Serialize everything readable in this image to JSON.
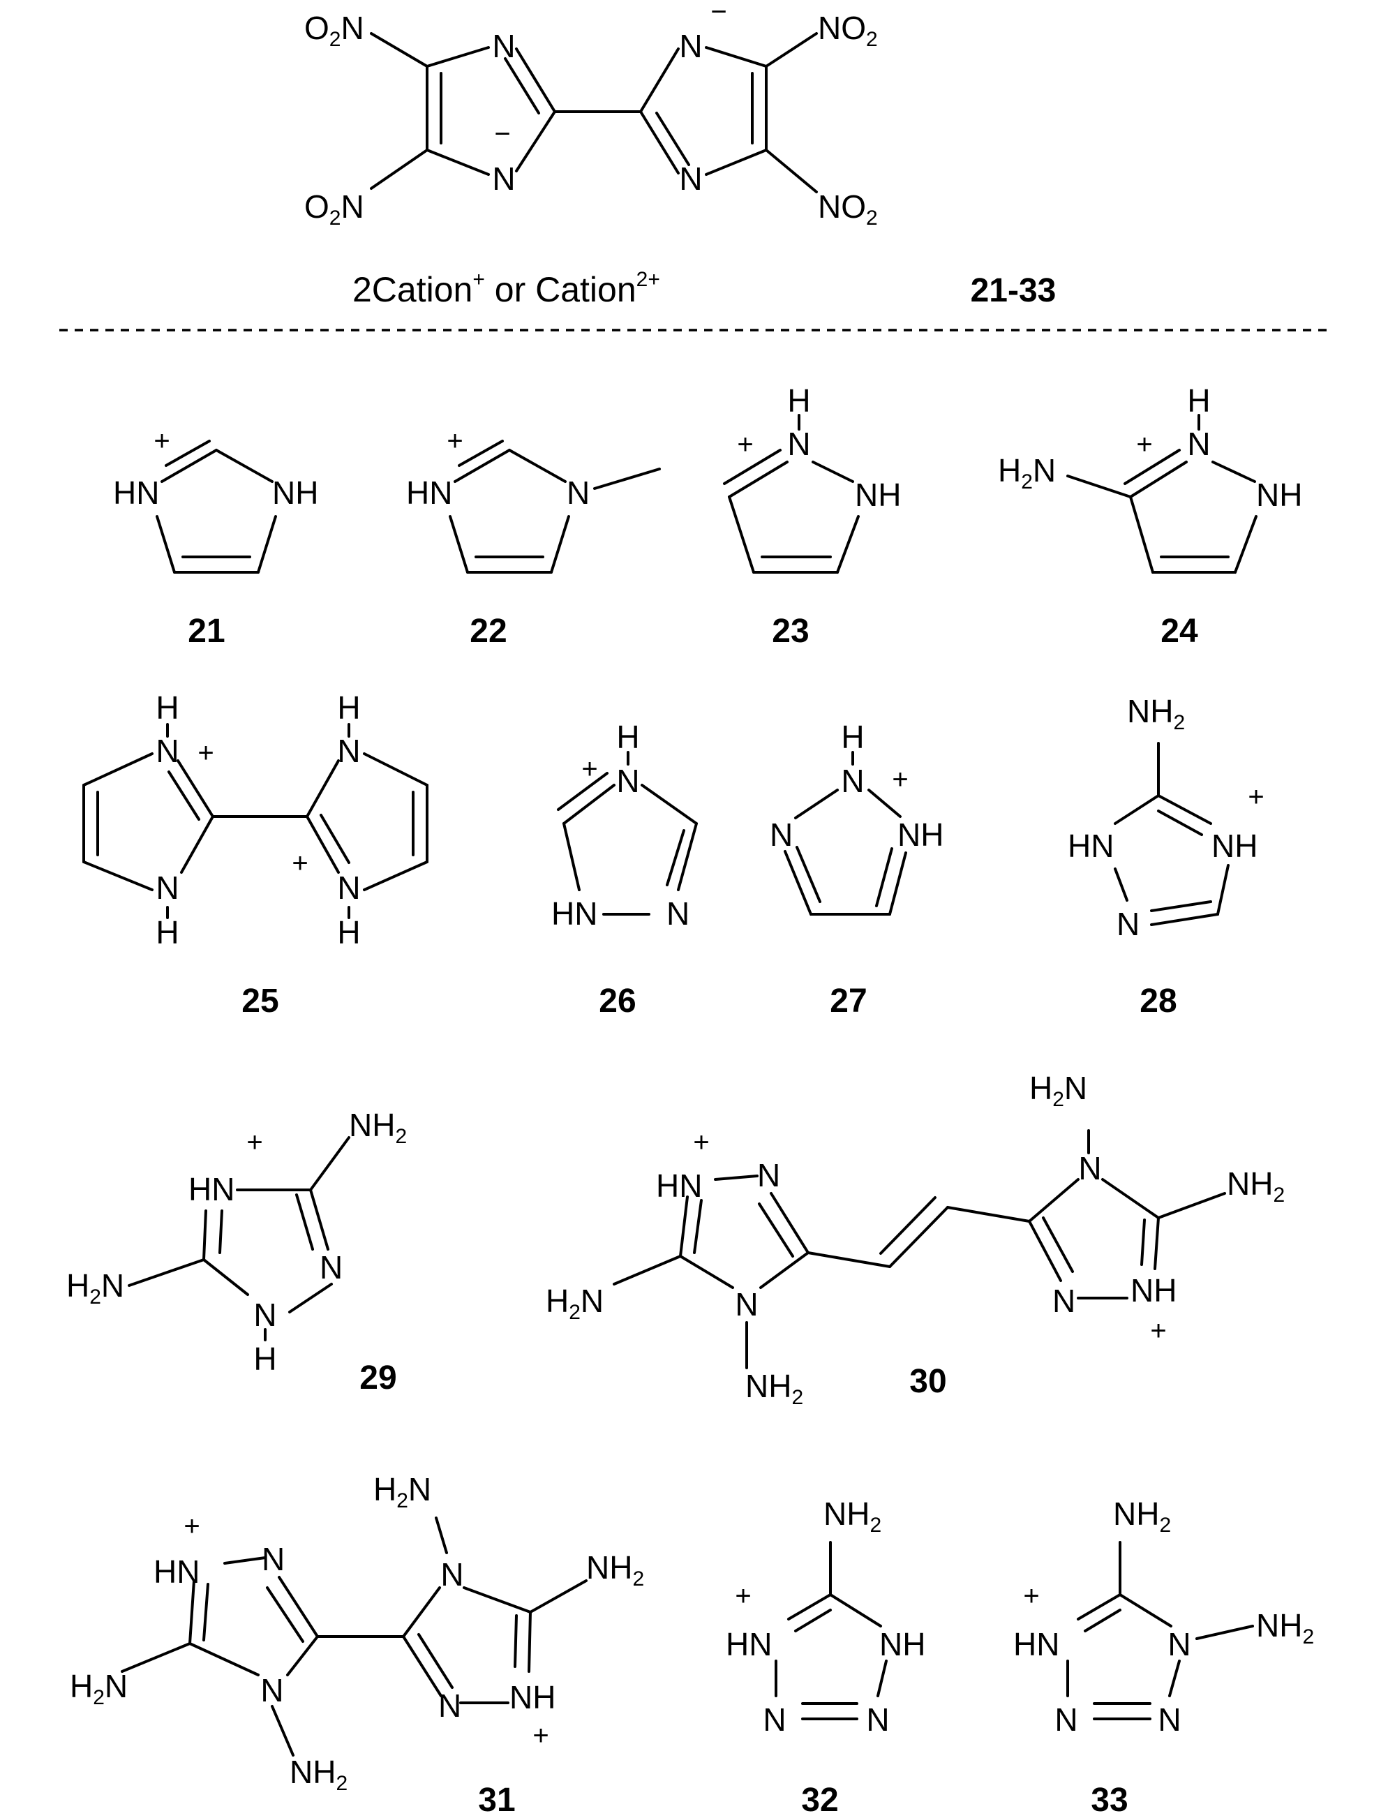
{
  "anion": {
    "caption": "2Cation",
    "caption_sup1": "+",
    "caption_mid": " or Cation",
    "caption_sup2": "2+",
    "id": "21-33",
    "n": "N",
    "minus": "−",
    "o2": "O",
    "o2_sub": "2",
    "no2": "NO",
    "no2_sub": "2",
    "n_prefix": "N"
  },
  "atoms": {
    "hn": "HN",
    "nh": "NH",
    "n": "N",
    "h": "H",
    "h2n": "H",
    "h2n_sub": "2",
    "h2n_n": "N",
    "nh2": "NH",
    "nh2_sub": "2",
    "plus": "+"
  },
  "compounds": [
    "21",
    "22",
    "23",
    "24",
    "25",
    "26",
    "27",
    "28",
    "29",
    "30",
    "31",
    "32",
    "33"
  ]
}
